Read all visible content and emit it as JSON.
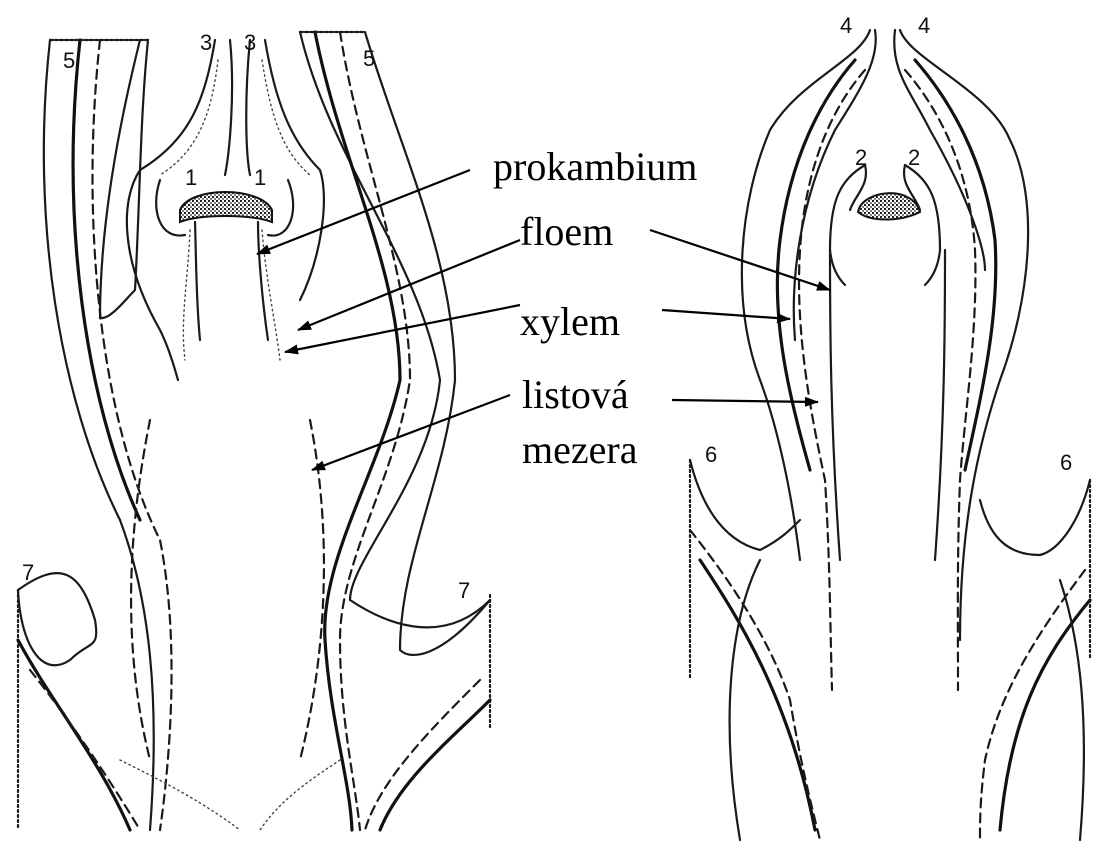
{
  "labels": {
    "prokambium": "prokambium",
    "floem": "floem",
    "xylem": "xylem",
    "listova_line1": "listová",
    "listova_line2": "mezera"
  },
  "leaf_numbers": {
    "n1a": "1",
    "n1b": "1",
    "n2a": "2",
    "n2b": "2",
    "n3a": "3",
    "n3b": "3",
    "n4a": "4",
    "n4b": "4",
    "n5a": "5",
    "n5b": "5",
    "n6a": "6",
    "n6b": "6",
    "n7a": "7",
    "n7b": "7"
  }
}
